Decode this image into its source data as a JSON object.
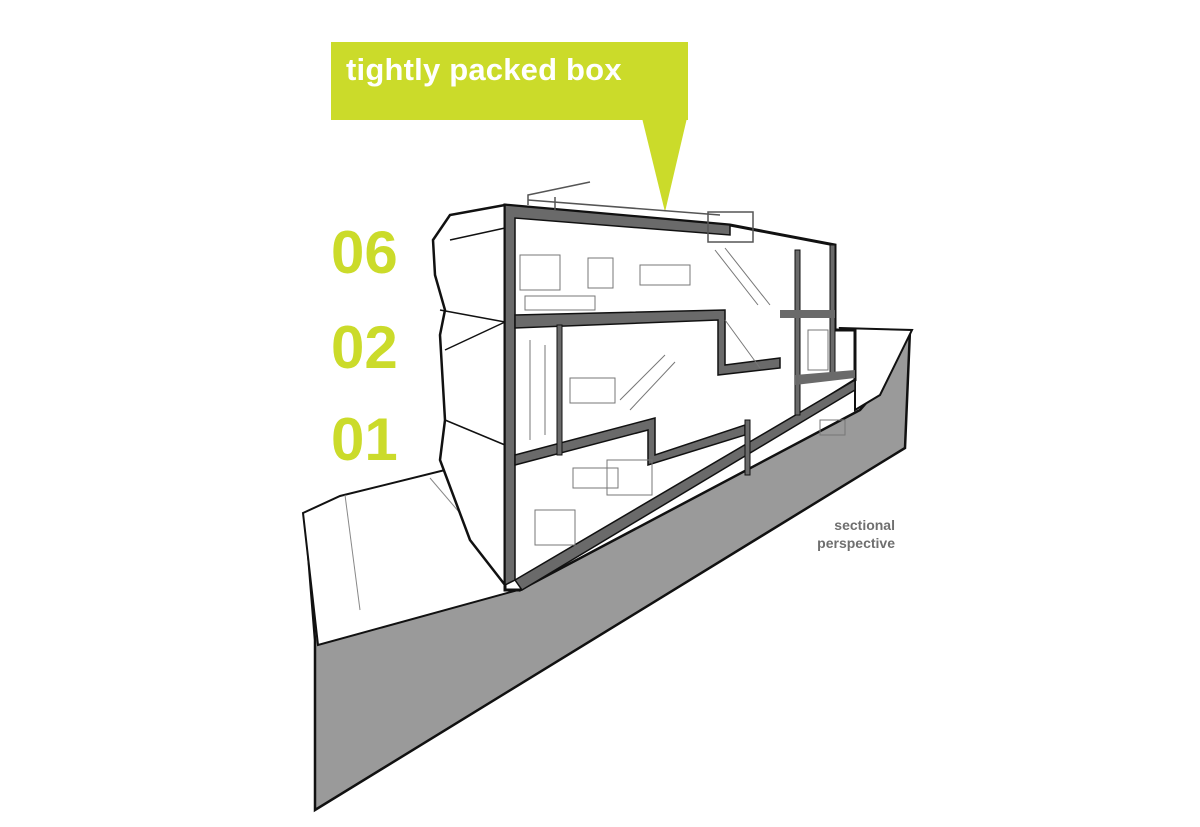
{
  "callout": {
    "text": "tightly packed box",
    "color": "#cbdb2a",
    "text_color": "#ffffff"
  },
  "floor_labels": [
    {
      "label": "06"
    },
    {
      "label": "02"
    },
    {
      "label": "01"
    }
  ],
  "caption": {
    "line1": "sectional",
    "line2": "perspective",
    "color": "#6f6f6f"
  },
  "colors": {
    "accent": "#cbdb2a",
    "section_fill": "#9a9a9a",
    "wall_fill": "#6a6a6a",
    "line": "#111111"
  }
}
